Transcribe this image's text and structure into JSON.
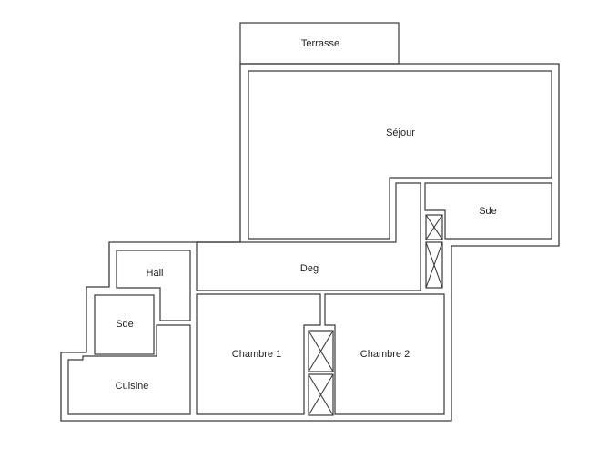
{
  "plan": {
    "rooms": {
      "terrasse": "Terrasse",
      "sejour": "Séjour",
      "sde_right": "Sde",
      "hall": "Hall",
      "deg": "Deg",
      "sde_left": "Sde",
      "chambre1": "Chambre 1",
      "chambre2": "Chambre 2",
      "cuisine": "Cuisine"
    }
  }
}
